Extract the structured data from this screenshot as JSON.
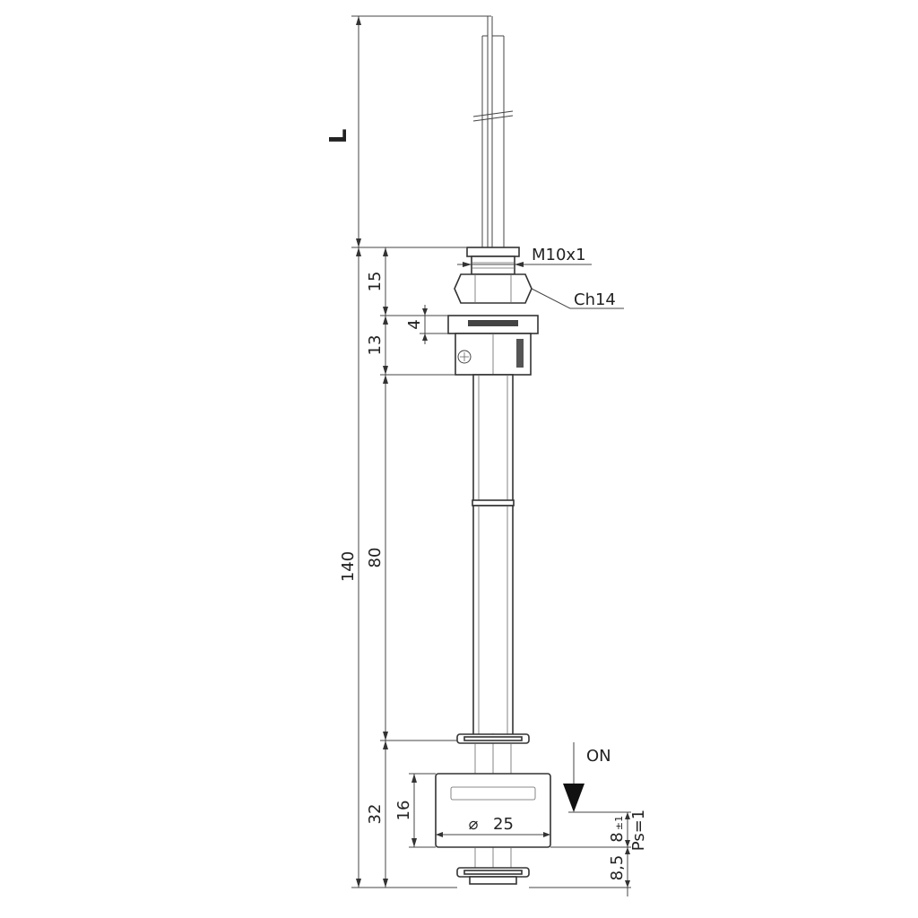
{
  "labels": {
    "cable_length": "L",
    "thread": "M10x1",
    "hex": "Ch14",
    "diameter": "25",
    "on_label": "ON",
    "ps": "Ps=1",
    "tolerance": "±1"
  },
  "dimensions": {
    "d15": "15",
    "d4": "4",
    "d13": "13",
    "d140": "140",
    "d80": "80",
    "d32": "32",
    "d16": "16",
    "d8": "8",
    "d8_5": "8,5"
  },
  "colors": {
    "line": "#444444",
    "text": "#222222",
    "arrow": "#111111"
  }
}
